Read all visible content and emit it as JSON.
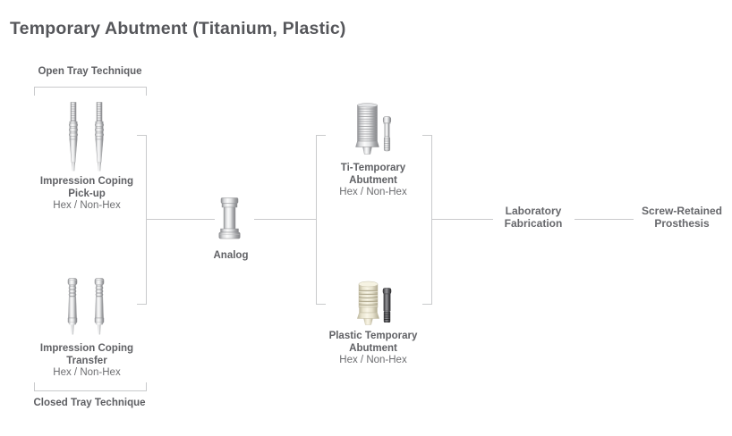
{
  "title": "Temporary Abutment (Titanium, Plastic)",
  "open_tray": {
    "label": "Open Tray Technique",
    "coping": {
      "line1": "Impression Coping",
      "line2": "Pick-up",
      "variant": "Hex / Non-Hex"
    }
  },
  "closed_tray": {
    "label": "Closed Tray Technique",
    "coping": {
      "line1": "Impression Coping",
      "line2": "Transfer",
      "variant": "Hex / Non-Hex"
    }
  },
  "analog": {
    "label": "Analog"
  },
  "titanium_abutment": {
    "line1": "Ti-Temporary",
    "line2": "Abutment",
    "variant": "Hex / Non-Hex"
  },
  "plastic_abutment": {
    "line1": "Plastic Temporary",
    "line2": "Abutment",
    "variant": "Hex / Non-Hex"
  },
  "laboratory": {
    "line1": "Laboratory",
    "line2": "Fabrication"
  },
  "prosthesis": {
    "line1": "Screw-Retained",
    "line2": "Prosthesis"
  },
  "icons": {
    "pickup_coping": "impression-coping-pickup-illustration",
    "transfer_coping": "impression-coping-transfer-illustration",
    "analog": "implant-analog-illustration",
    "ti_abutment": "ti-temporary-abutment-illustration",
    "ti_screw": "titanium-abutment-screw-illustration",
    "plastic_abutment": "plastic-temporary-abutment-illustration",
    "plastic_screw": "dark-abutment-screw-illustration"
  },
  "colors": {
    "title_text": "#55565a",
    "label_text": "#606165",
    "variant_text": "#6d6e71",
    "connector_line": "#c9cacc",
    "metal_silver": "#d8d9db",
    "plastic_cream": "#f0ecd9",
    "dark_screw": "#4b4b4f"
  }
}
